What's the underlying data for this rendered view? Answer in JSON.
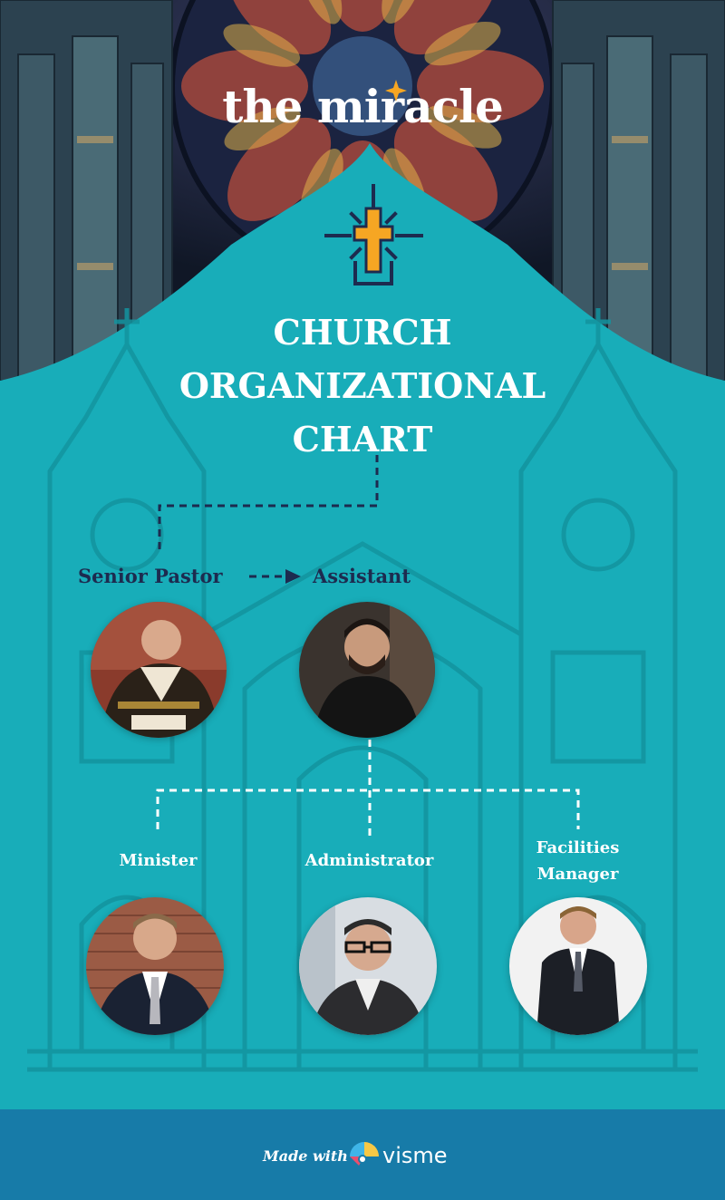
{
  "logo": {
    "text": "the miracle"
  },
  "title": {
    "lines": [
      "CHURCH",
      "ORGANIZATIONAL",
      "CHART"
    ]
  },
  "roles": {
    "senior_pastor": "Senior Pastor",
    "assistant": "Assistant",
    "minister": "Minister",
    "administrator": "Administrator",
    "facilities_line1": "Facilities",
    "facilities_line2": "Manager"
  },
  "footer": {
    "made_with": "Made with",
    "brand": "visme"
  },
  "colors": {
    "teal": "#18adb9",
    "navy": "#1d2b4f",
    "gold": "#f6a623",
    "footer_blue": "#177ba8",
    "white": "#ffffff"
  },
  "icons": [
    "cross-emblem-icon",
    "arrow-right-icon",
    "visme-logo-icon"
  ]
}
